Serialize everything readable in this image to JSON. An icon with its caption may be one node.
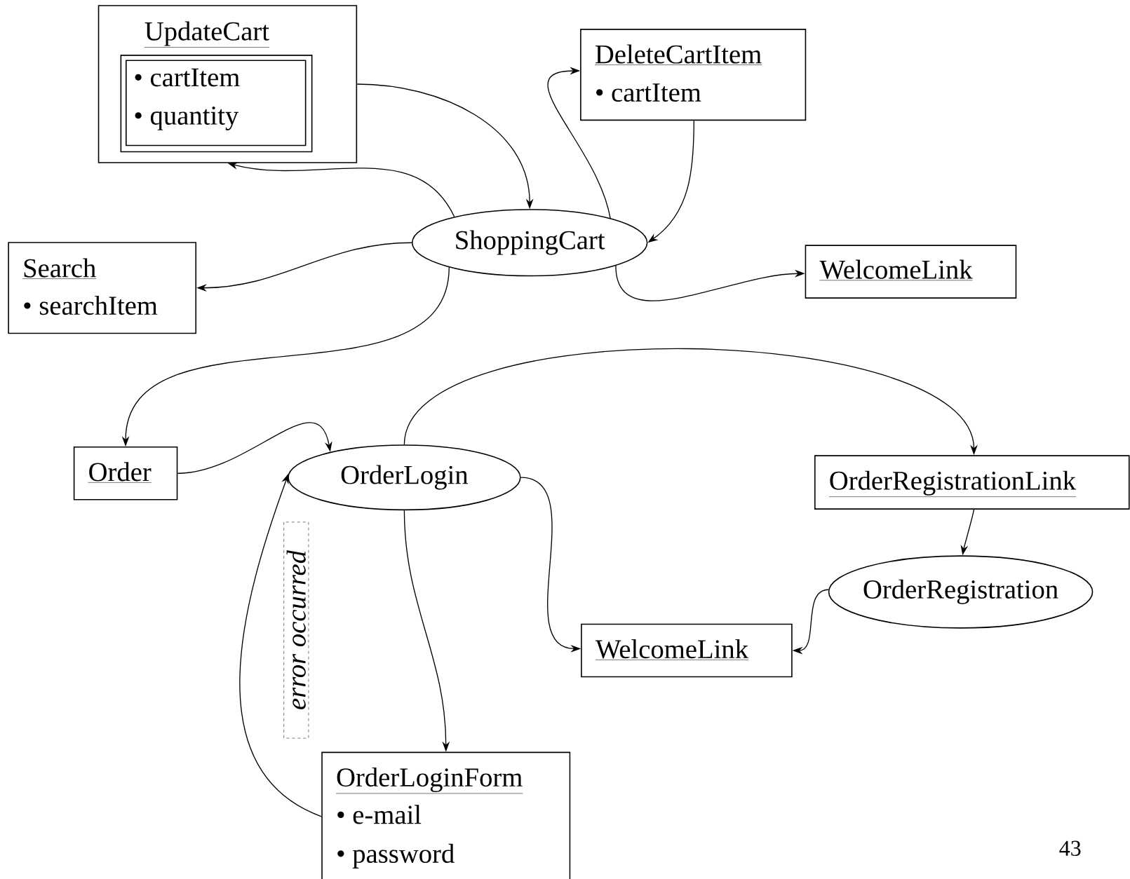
{
  "diagram": {
    "nodes": [
      {
        "text": [
          "UpdateCart"
        ]
      },
      {
        "text": [
          "• cartItem",
          "• quantity"
        ],
        "in": 0
      },
      {
        "text": [
          "DeleteCartItem",
          "• cartItem"
        ]
      },
      {
        "text": [
          "ShoppingCart"
        ]
      },
      {
        "text": [
          "Search",
          "• searchItem"
        ]
      },
      {
        "text": [
          "WelcomeLink"
        ]
      },
      {
        "text": [
          "Order"
        ]
      },
      {
        "text": [
          "OrderLogin"
        ]
      },
      {
        "text": [
          "OrderRegistrationLink"
        ]
      },
      {
        "text": [
          "OrderRegistration"
        ]
      },
      {
        "text": [
          "WelcomeLink"
        ]
      },
      {
        "text": [
          "OrderLoginForm",
          "• e-mail",
          "• password"
        ]
      }
    ],
    "edges": [
      {
        "from": 0,
        "to": 3,
        "arrow": "to"
      },
      {
        "from": 3,
        "to": 0,
        "arrow": "to"
      },
      {
        "from": 3,
        "to": 2,
        "arrow": "to"
      },
      {
        "from": 2,
        "to": 3,
        "arrow": "to"
      },
      {
        "from": 3,
        "to": 4,
        "arrow": "to"
      },
      {
        "from": 3,
        "to": 5,
        "arrow": "to"
      },
      {
        "from": 3,
        "to": 6,
        "arrow": "to"
      },
      {
        "from": 6,
        "to": 7,
        "arrow": "to"
      },
      {
        "from": 7,
        "to": 8,
        "arrow": "to"
      },
      {
        "from": 7,
        "to": 10,
        "arrow": "to"
      },
      {
        "from": 7,
        "to": 11,
        "arrow": "to"
      },
      {
        "from": 11,
        "to": 7,
        "arrow": "to",
        "label": "error occurred"
      },
      {
        "from": 8,
        "to": 9,
        "arrow": "to"
      },
      {
        "from": 9,
        "to": 10,
        "arrow": "to"
      }
    ],
    "labels": [
      "43"
    ]
  }
}
